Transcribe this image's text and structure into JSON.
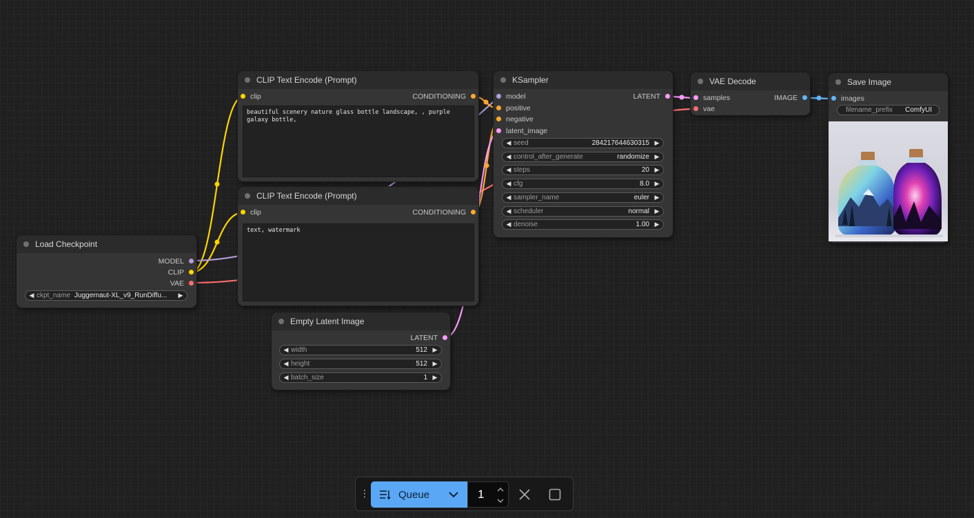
{
  "colors": {
    "model": "#b39ddb",
    "clip": "#ffd500",
    "vae": "#ff6e6e",
    "conditioning": "#ffa931",
    "latent": "#ff9cf9",
    "image": "#64b5f6",
    "queue_accent": "#5aa8f5"
  },
  "load_checkpoint": {
    "title": "Load Checkpoint",
    "outputs": [
      "MODEL",
      "CLIP",
      "VAE"
    ],
    "widget_name": "ckpt_name",
    "widget_value": "Juggernaut-XL_v9_RunDiffu..."
  },
  "clip_positive": {
    "title": "CLIP Text Encode (Prompt)",
    "input": "clip",
    "output": "CONDITIONING",
    "text": "beautiful scenery nature glass bottle landscape, , purple galaxy bottle,"
  },
  "clip_negative": {
    "title": "CLIP Text Encode (Prompt)",
    "input": "clip",
    "output": "CONDITIONING",
    "text": "text, watermark"
  },
  "empty_latent": {
    "title": "Empty Latent Image",
    "output": "LATENT",
    "widgets": [
      {
        "name": "width",
        "value": "512"
      },
      {
        "name": "height",
        "value": "512"
      },
      {
        "name": "batch_size",
        "value": "1"
      }
    ]
  },
  "ksampler": {
    "title": "KSampler",
    "inputs": [
      "model",
      "positive",
      "negative",
      "latent_image"
    ],
    "output": "LATENT",
    "widgets": [
      {
        "name": "seed",
        "value": "284217644630315"
      },
      {
        "name": "control_after_generate",
        "value": "randomize"
      },
      {
        "name": "steps",
        "value": "20"
      },
      {
        "name": "cfg",
        "value": "8.0"
      },
      {
        "name": "sampler_name",
        "value": "euler"
      },
      {
        "name": "scheduler",
        "value": "normal"
      },
      {
        "name": "denoise",
        "value": "1.00"
      }
    ]
  },
  "vae_decode": {
    "title": "VAE Decode",
    "inputs": [
      "samples",
      "vae"
    ],
    "output": "IMAGE"
  },
  "save_image": {
    "title": "Save Image",
    "input": "images",
    "widget_name": "filename_prefix",
    "widget_value": "ComfyUI"
  },
  "queue": {
    "label": "Queue",
    "count": "1",
    "icons": [
      "drag-grip-icon",
      "queue-list-icon",
      "chevron-down-icon",
      "chevron-up-icon",
      "close-icon",
      "stop-square-icon"
    ]
  }
}
